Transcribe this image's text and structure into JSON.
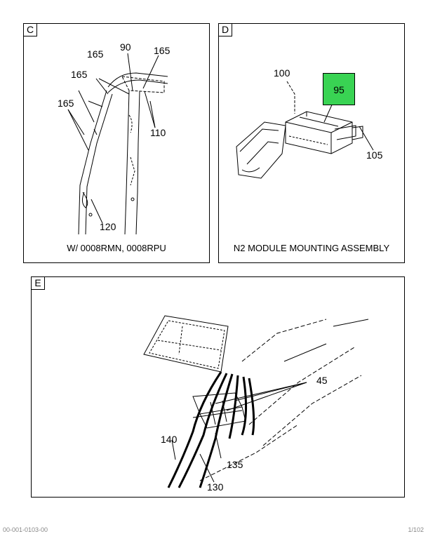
{
  "panel_c": {
    "tag": "C",
    "caption": "W/ 0008RMN, 0008RPU",
    "callouts": {
      "c165a": "165",
      "c165b": "165",
      "c165c": "165",
      "c165d": "165",
      "c90": "90",
      "c110": "110",
      "c120": "120"
    }
  },
  "panel_d": {
    "tag": "D",
    "caption": "N2 MODULE MOUNTING ASSEMBLY",
    "highlight_label": "95",
    "highlight_color": "#39d353",
    "callouts": {
      "c100": "100",
      "c105": "105"
    }
  },
  "panel_e": {
    "tag": "E",
    "callouts": {
      "c45": "45",
      "c140": "140",
      "c135": "135",
      "c130": "130"
    }
  },
  "footer": {
    "left": "00-001-0103-00",
    "right": "1/102"
  }
}
